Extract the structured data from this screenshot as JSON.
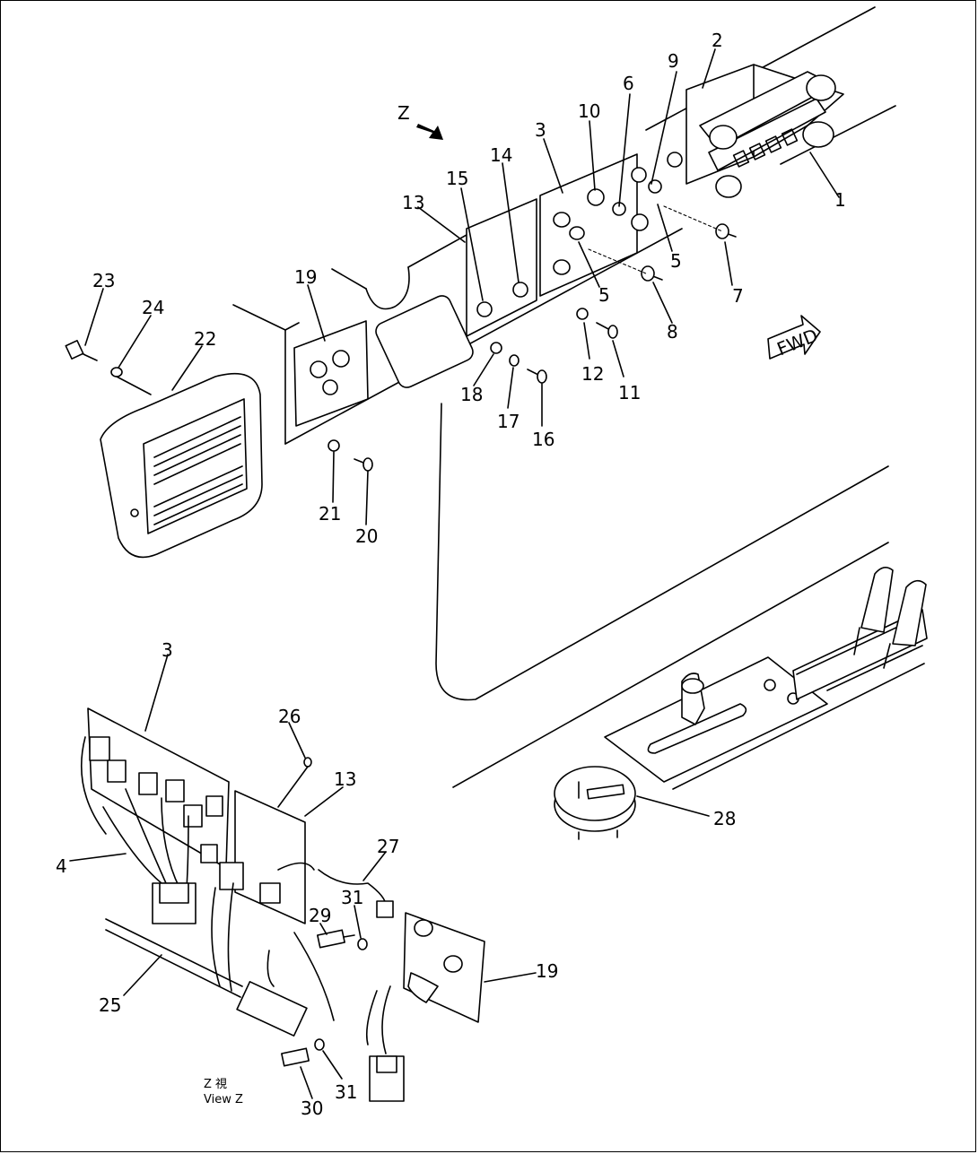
{
  "callouts": [
    {
      "id": "1",
      "text": "1"
    },
    {
      "id": "2",
      "text": "2"
    },
    {
      "id": "3a",
      "text": "3"
    },
    {
      "id": "5a",
      "text": "5"
    },
    {
      "id": "5b",
      "text": "5"
    },
    {
      "id": "6",
      "text": "6"
    },
    {
      "id": "7",
      "text": "7"
    },
    {
      "id": "8",
      "text": "8"
    },
    {
      "id": "9",
      "text": "9"
    },
    {
      "id": "10",
      "text": "10"
    },
    {
      "id": "11",
      "text": "11"
    },
    {
      "id": "12",
      "text": "12"
    },
    {
      "id": "13a",
      "text": "13"
    },
    {
      "id": "14",
      "text": "14"
    },
    {
      "id": "15",
      "text": "15"
    },
    {
      "id": "16",
      "text": "16"
    },
    {
      "id": "17",
      "text": "17"
    },
    {
      "id": "18",
      "text": "18"
    },
    {
      "id": "19a",
      "text": "19"
    },
    {
      "id": "20",
      "text": "20"
    },
    {
      "id": "21",
      "text": "21"
    },
    {
      "id": "22",
      "text": "22"
    },
    {
      "id": "23",
      "text": "23"
    },
    {
      "id": "24",
      "text": "24"
    },
    {
      "id": "3b",
      "text": "3"
    },
    {
      "id": "4",
      "text": "4"
    },
    {
      "id": "25",
      "text": "25"
    },
    {
      "id": "26",
      "text": "26"
    },
    {
      "id": "13b",
      "text": "13"
    },
    {
      "id": "27",
      "text": "27"
    },
    {
      "id": "28",
      "text": "28"
    },
    {
      "id": "29",
      "text": "29"
    },
    {
      "id": "31a",
      "text": "31"
    },
    {
      "id": "19b",
      "text": "19"
    },
    {
      "id": "30",
      "text": "30"
    },
    {
      "id": "31b",
      "text": "31"
    }
  ],
  "view_marker": "Z",
  "fwd_label": "FWD",
  "view_caption": {
    "line1": "Z 視",
    "line2": "View Z"
  }
}
